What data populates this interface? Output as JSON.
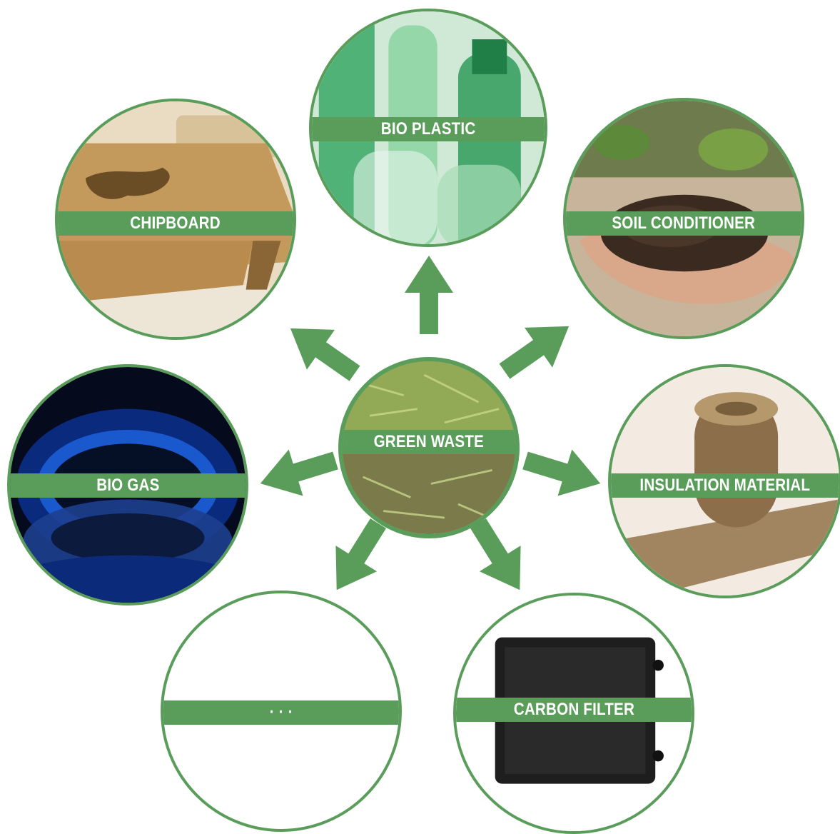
{
  "colors": {
    "accent": "#5a9d5a",
    "label_text": "#ffffff",
    "background": "#ffffff"
  },
  "center": {
    "label": "GREEN WASTE",
    "image": "shredded-green-waste-photo"
  },
  "outputs": [
    {
      "label": "BIO PLASTIC",
      "image": "green-plastic-bottles-photo"
    },
    {
      "label": "CHIPBOARD",
      "image": "chipboard-panel-photo"
    },
    {
      "label": "SOIL CONDITIONER",
      "image": "hands-holding-soil-photo"
    },
    {
      "label": "BIO GAS",
      "image": "gas-burner-flame-photo"
    },
    {
      "label": "INSULATION MATERIAL",
      "image": "insulation-roll-photo"
    },
    {
      "label": "· · ·",
      "image": "empty-placeholder"
    },
    {
      "label": "CARBON FILTER",
      "image": "carbon-filter-photo"
    }
  ]
}
